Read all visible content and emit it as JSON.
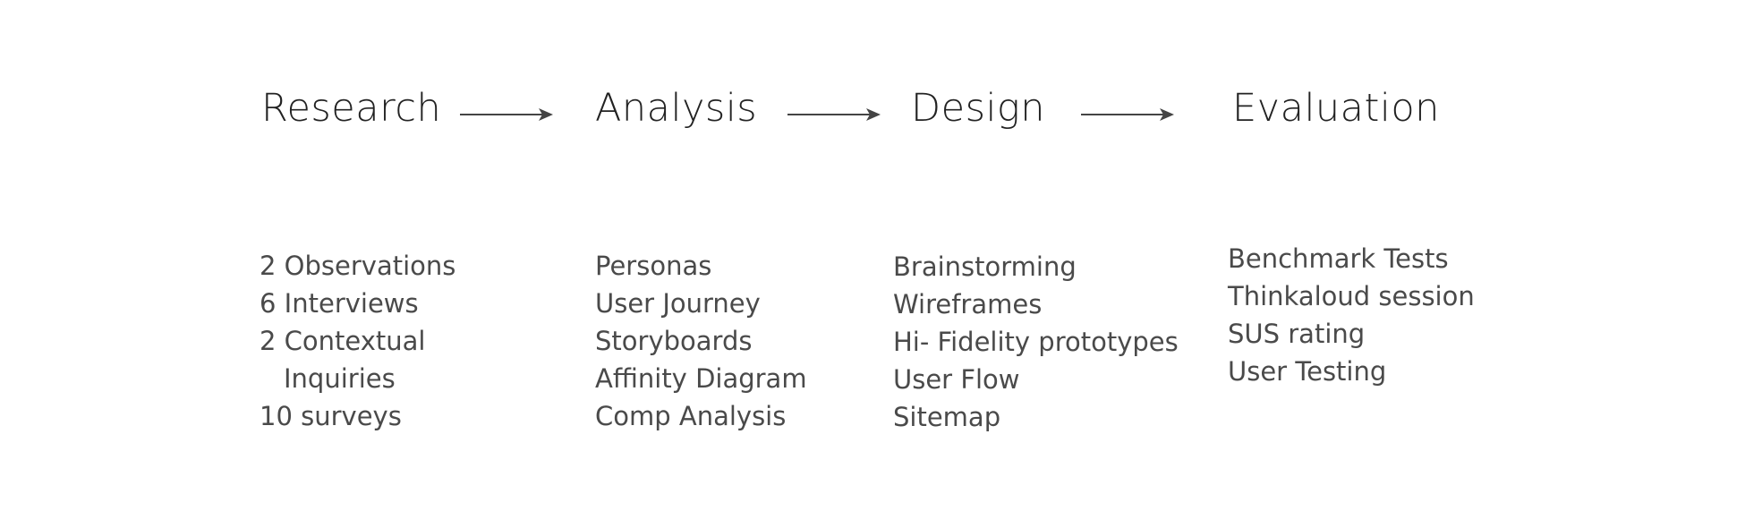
{
  "stages": [
    {
      "title": "Research",
      "items": [
        "2 Observations",
        "6 Interviews",
        "2 Contextual",
        "Inquiries",
        "10 surveys"
      ]
    },
    {
      "title": "Analysis",
      "items": [
        "Personas",
        "User Journey",
        "Storyboards",
        "Affinity Diagram",
        "Comp Analysis"
      ]
    },
    {
      "title": "Design",
      "items": [
        "Brainstorming",
        "Wireframes",
        "Hi- Fidelity prototypes",
        "User Flow",
        "Sitemap"
      ]
    },
    {
      "title": "Evaluation",
      "items": [
        "Benchmark Tests",
        "Thinkaloud session",
        "SUS rating",
        "User Testing"
      ]
    }
  ],
  "colors": {
    "title": "#222222",
    "item": "#4a4a4a",
    "arrow": "#444444"
  }
}
